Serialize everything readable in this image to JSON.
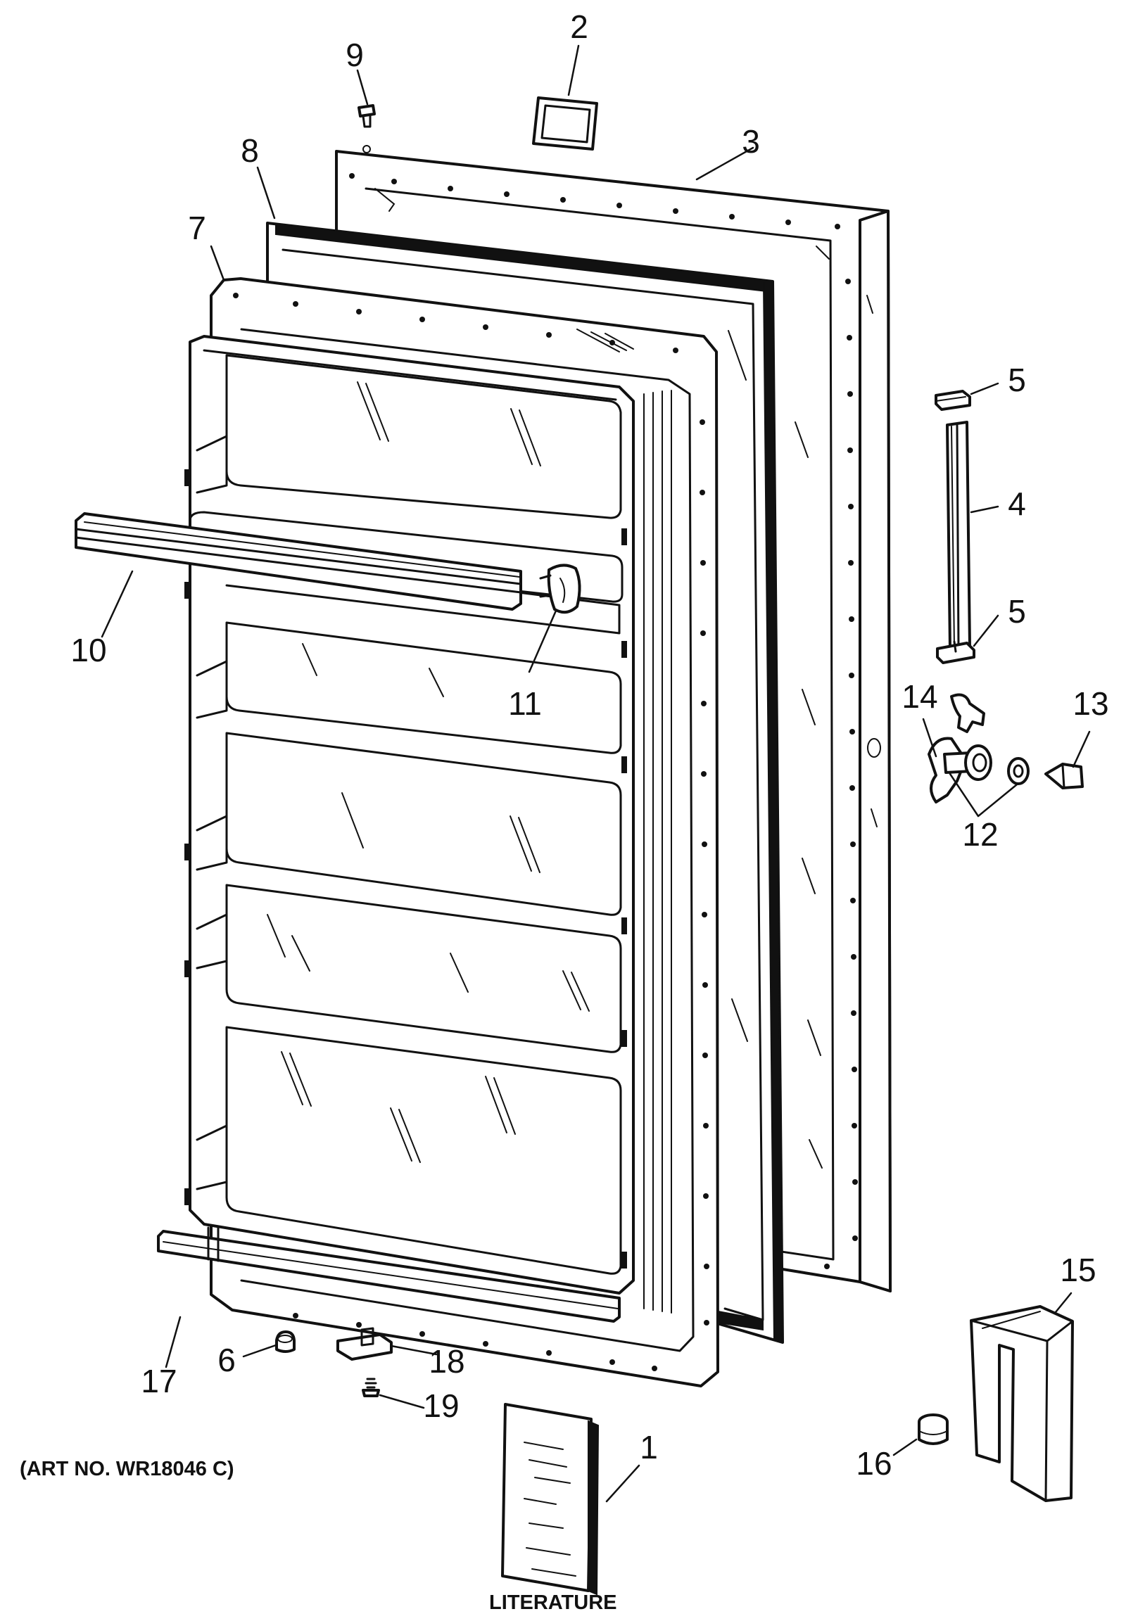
{
  "callouts": {
    "c1": "1",
    "c2": "2",
    "c3": "3",
    "c4": "4",
    "c5a": "5",
    "c5b": "5",
    "c6": "6",
    "c7": "7",
    "c8": "8",
    "c9": "9",
    "c10": "10",
    "c11": "11",
    "c12": "12",
    "c13": "13",
    "c14": "14",
    "c15": "15",
    "c16": "16",
    "c17": "17",
    "c18": "18",
    "c19": "19"
  },
  "art_number": "(ART NO. WR18046 C)",
  "literature_caption": "LITERATURE",
  "colors": {
    "ink": "#111111",
    "paper": "#ffffff"
  }
}
